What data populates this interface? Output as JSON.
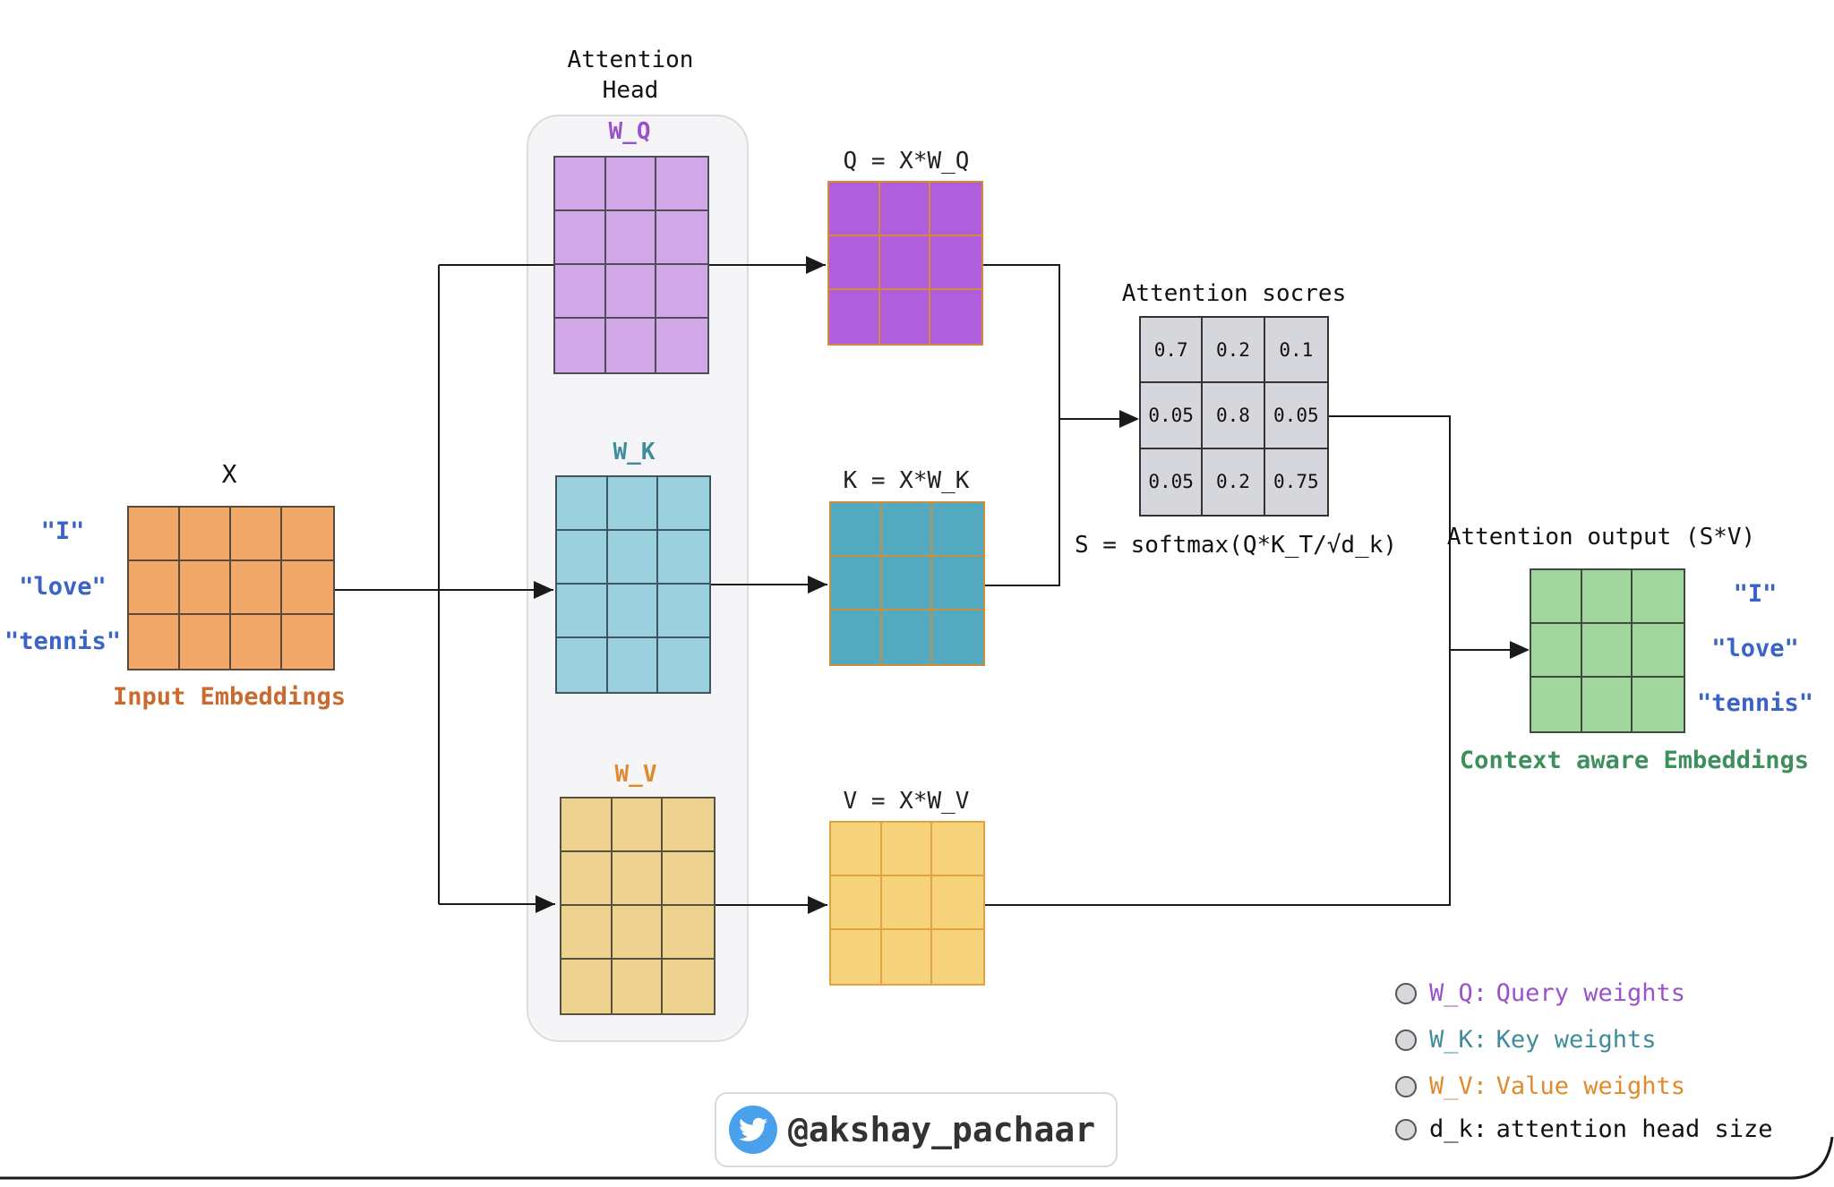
{
  "head": {
    "title": "Attention\nHead"
  },
  "input": {
    "matrix_label": "X",
    "tokens": [
      "\"I\"",
      "\"love\"",
      "\"tennis\""
    ],
    "caption": "Input Embeddings"
  },
  "weights": {
    "wq_label": "W_Q",
    "wk_label": "W_K",
    "wv_label": "W_V"
  },
  "projections": {
    "q_label": "Q = X*W_Q",
    "k_label": "K = X*W_K",
    "v_label": "V = X*W_V"
  },
  "scores": {
    "title": "Attention socres",
    "values": [
      [
        "0.7",
        "0.2",
        "0.1"
      ],
      [
        "0.05",
        "0.8",
        "0.05"
      ],
      [
        "0.05",
        "0.2",
        "0.75"
      ]
    ],
    "formula": "S = softmax(Q*K_T/√d_k)"
  },
  "output": {
    "title": "Attention output (S*V)",
    "tokens": [
      "\"I\"",
      "\"love\"",
      "\"tennis\""
    ],
    "caption": "Context aware Embeddings"
  },
  "legend": [
    {
      "key": "W_Q:",
      "desc": "Query weights",
      "icon": "circle-icon"
    },
    {
      "key": "W_K:",
      "desc": "Key weights",
      "icon": "circle-icon"
    },
    {
      "key": "W_V:",
      "desc": "Value weights",
      "icon": "circle-icon"
    },
    {
      "key": "d_k:",
      "desc": "attention head size",
      "icon": "circle-icon"
    }
  ],
  "credit": {
    "handle": "@akshay_pachaar",
    "icon": "twitter-bird-icon"
  },
  "colors": {
    "x_fill": "#f2a868",
    "wq_fill": "#d1a9e8",
    "q_fill": "#b05fdc",
    "wk_fill": "#9bd0de",
    "k_fill": "#52a9c0",
    "wv_fill": "#eed28f",
    "v_fill": "#f6d27a",
    "score_fill": "#d5d7dc",
    "out_fill": "#a2d69f",
    "purple_text": "#9b51c9",
    "teal_text": "#3f8c9c",
    "orange_text": "#e08a2e",
    "rust_text": "#c96a30",
    "blue_text": "#3a62c7",
    "green_text": "#3f8f5c"
  }
}
